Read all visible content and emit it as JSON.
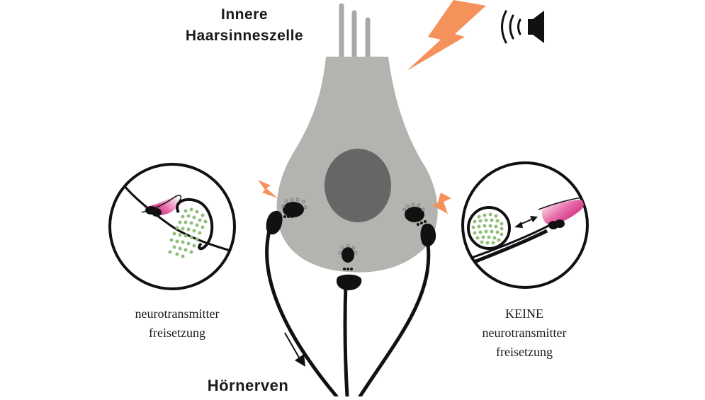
{
  "title": {
    "line1": "Innere",
    "line2": "Haarsinneszelle"
  },
  "left_caption": {
    "line1": "neurotransmitter",
    "line2": "freisetzung"
  },
  "right_caption": {
    "line1": "KEINE",
    "line2": "neurotransmitter",
    "line3": "freisetzung"
  },
  "nerve_label": "Hörnerven",
  "icons": [
    "lightning-bolt-icon",
    "speaker-icon",
    "double-arrow-icon",
    "arrow-icon"
  ],
  "colors": {
    "cell_body": "#b3b3b0",
    "nucleus": "#666666",
    "lightning": "#f5915a",
    "vesicle": "#8fbf7a",
    "receptor_pink": "#d41f78",
    "outline": "#111111"
  }
}
